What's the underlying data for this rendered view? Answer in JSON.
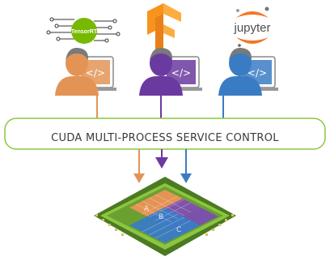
{
  "logos": [
    {
      "name": "tensorrt",
      "text": "TensorRT"
    },
    {
      "name": "tensorflow",
      "text": ""
    },
    {
      "name": "jupyter",
      "text": "jupyter"
    }
  ],
  "users": [
    {
      "name": "user-orange",
      "color": "#e39455",
      "code_symbol": "</>"
    },
    {
      "name": "user-purple",
      "color": "#6b3aa0",
      "code_symbol": "</>"
    },
    {
      "name": "user-blue",
      "color": "#3a7cc4",
      "code_symbol": "</>"
    }
  ],
  "mps_bar": {
    "label": "CUDA MULTI-PROCESS SERVICE CONTROL",
    "border_color": "#8cc63f"
  },
  "gpu": {
    "chip_labels": [
      "A",
      "B",
      "C"
    ],
    "board_color": "#5f8f2a"
  },
  "colors": {
    "orange": "#e39455",
    "purple": "#6b3aa0",
    "blue": "#3a7cc4",
    "nvidia_green": "#76b900"
  }
}
